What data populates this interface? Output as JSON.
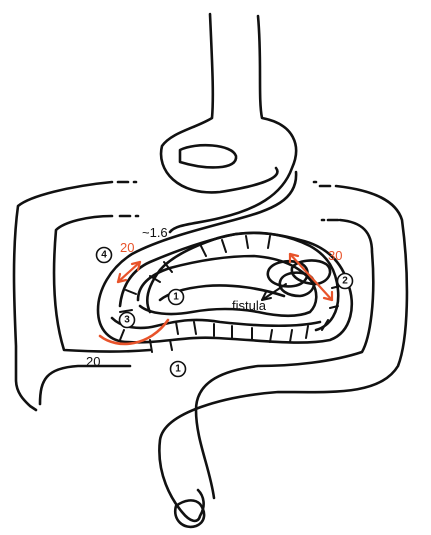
{
  "colors": {
    "ink": "#111111",
    "accent": "#e8532a"
  },
  "labels": {
    "fistula": "fistula",
    "length_proximal": "~1.6",
    "length_left": "20",
    "length_red_left": "20",
    "length_red_right": "30"
  },
  "markers": [
    "1",
    "1",
    "2",
    "3",
    "4"
  ]
}
